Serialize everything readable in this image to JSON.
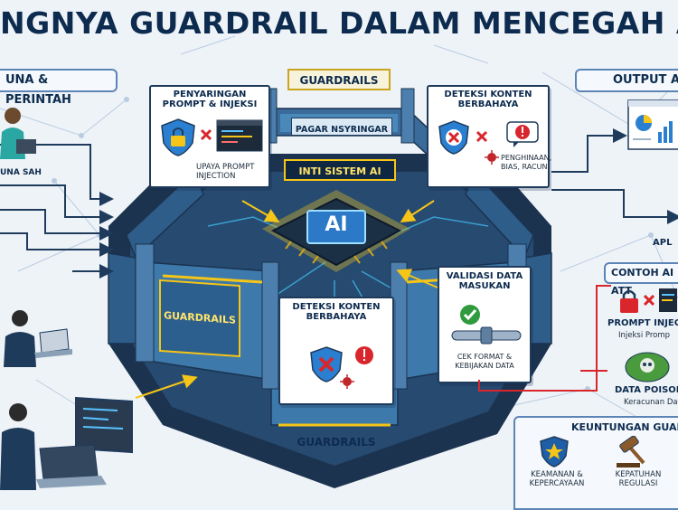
{
  "title": "NGNYA GUARDRAIL DALAM MENCEGAH AI ATT",
  "left_panel": {
    "label": "UNA & PERINTAH",
    "user_label": "UNA SAH"
  },
  "right_panel": {
    "label": "OUTPUT A",
    "apl_label": "APL"
  },
  "guardrails_top": "GUARDRAILS",
  "guardrails_left": "GUARDRAILS",
  "guardrails_bottom": "GUARDRAILS",
  "pagar_label": "PAGAR NSYRINGAR",
  "core_label": "INTI SISTEM AI",
  "chip_label": "AI",
  "callout_filter": {
    "title": "PENYARINGAN PROMPT & INJEKSI",
    "caption": "UPAYA PROMPT INJECTION"
  },
  "callout_detect_top": {
    "title": "DETEKSI KONTEN BERBAHAYA",
    "caption": "PENGHINAAN, BIAS, RACUN"
  },
  "callout_detect_bottom": {
    "title": "DETEKSI KONTEN BERBAHAYA"
  },
  "callout_validation": {
    "title": "VALIDASI DATA MASUKAN",
    "caption": "CEK FORMAT & KEBIJAKAN DATA"
  },
  "attack_examples": {
    "label": "CONTOH AI ATT",
    "prompt_injection": {
      "title": "PROMPT INJECT",
      "sub": "Injeksi Promp"
    },
    "data_poisoning": {
      "title": "DATA POISONI",
      "sub": "Keracunan Dat"
    }
  },
  "benefits": {
    "label": "KEUNTUNGAN GUAR",
    "security": "KEAMANAN & KEPERCAYAAN",
    "compliance": "KEPATUHAN REGULASI"
  },
  "colors": {
    "navy": "#0d2b4e",
    "accent_blue": "#1f6fb8",
    "yellow": "#f5c518",
    "red": "#d8262c",
    "green": "#2f9a3e",
    "platform": "#2a4b6e"
  }
}
